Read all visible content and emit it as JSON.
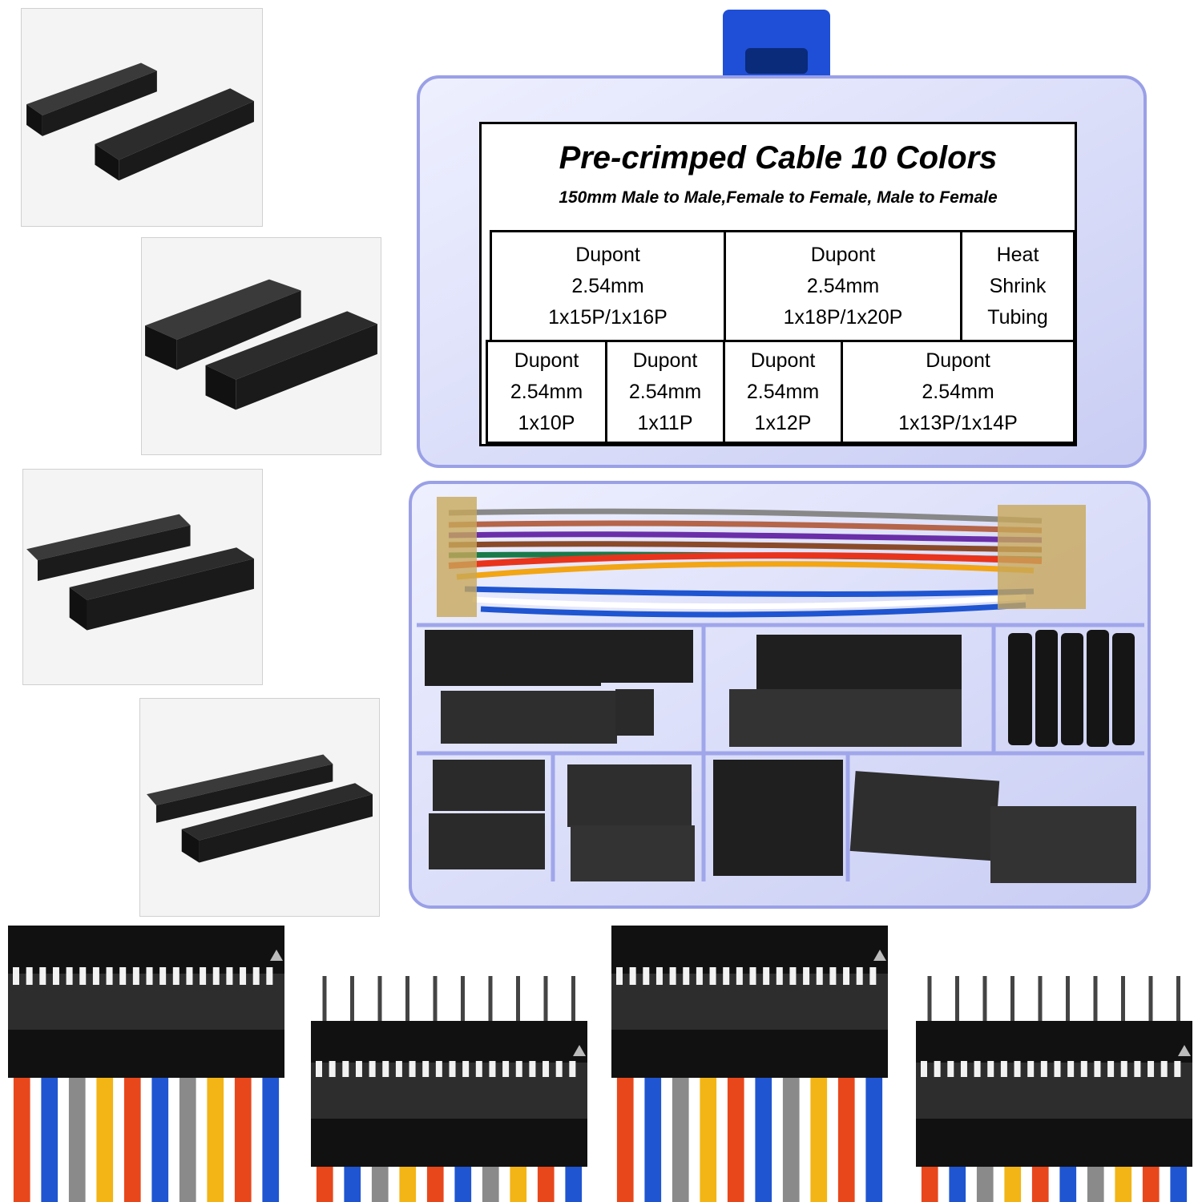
{
  "label": {
    "title": "Pre-crimped Cable 10 Colors",
    "subtitle": "150mm Male to Male,Female to Female, Male to Female",
    "top_row": [
      {
        "line1": "Dupont",
        "line2": "2.54mm",
        "line3": "1x15P/1x16P"
      },
      {
        "line1": "Dupont",
        "line2": "2.54mm",
        "line3": "1x18P/1x20P"
      },
      {
        "line1": "Heat",
        "line2": "Shrink",
        "line3": "Tubing"
      }
    ],
    "bottom_row": [
      {
        "line1": "Dupont",
        "line2": "2.54mm",
        "line3": "1x10P"
      },
      {
        "line1": "Dupont",
        "line2": "2.54mm",
        "line3": "1x11P"
      },
      {
        "line1": "Dupont",
        "line2": "2.54mm",
        "line3": "1x12P"
      },
      {
        "line1": "Dupont",
        "line2": "2.54mm",
        "line3": "1x13P/1x14P"
      }
    ]
  },
  "colors": {
    "box_lid_blue": "#1f4fd6",
    "box_plastic": "#e6e8fb",
    "connector_black": "#1a1a1a",
    "wire_colors": [
      "#e8471c",
      "#1f55d0",
      "#8a8a8a",
      "#f2b515",
      "#e8471c",
      "#1f55d0",
      "#8a8a8a",
      "#f2b515",
      "#e8471c",
      "#1f55d0"
    ]
  }
}
